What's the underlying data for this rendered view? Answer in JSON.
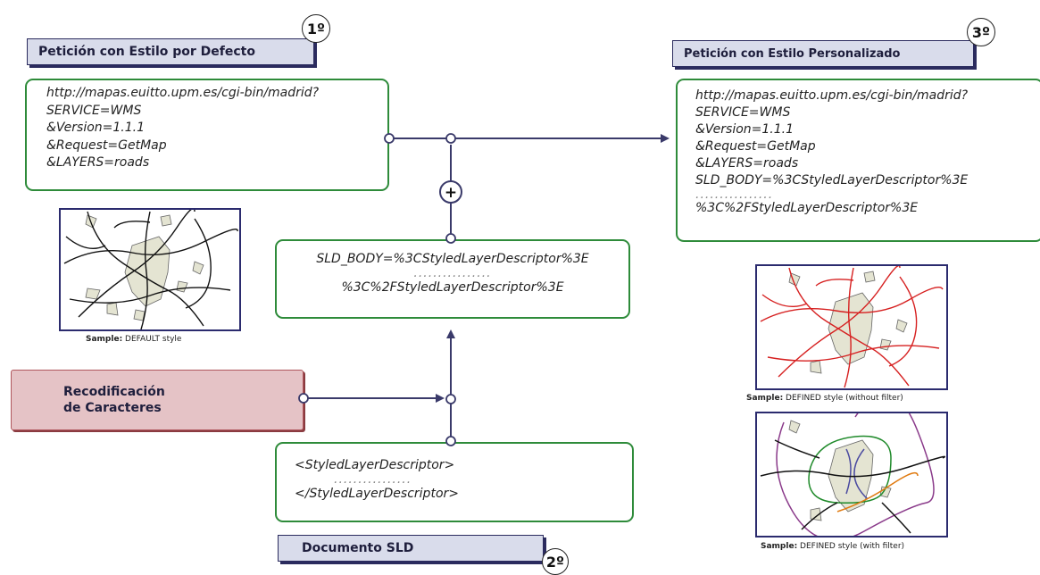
{
  "default_request": {
    "title": "Petición con Estilo por Defecto",
    "step": "1º",
    "lines": [
      "http://mapas.euitto.upm.es/cgi-bin/madrid?",
      "SERVICE=WMS",
      "&Version=1.1.1",
      "&Request=GetMap",
      "&LAYERS=roads"
    ],
    "sample_caption_bold": "Sample:",
    "sample_caption_text": " DEFAULT style"
  },
  "custom_request": {
    "title": "Petición con Estilo Personalizado",
    "step": "3º",
    "lines": [
      "http://mapas.euitto.upm.es/cgi-bin/madrid?",
      "SERVICE=WMS",
      "&Version=1.1.1",
      "&Request=GetMap",
      "&LAYERS=roads",
      "SLD_BODY=%3CStyledLayerDescriptor%3E",
      "................",
      "%3C%2FStyledLayerDescriptor%3E"
    ],
    "sample1_caption_bold": "Sample:",
    "sample1_caption_text": " DEFINED style (without filter)",
    "sample2_caption_bold": "Sample:",
    "sample2_caption_text": " DEFINED style (with filter)"
  },
  "sld_body": {
    "lines": [
      "SLD_BODY=%3CStyledLayerDescriptor%3E",
      "................",
      "%3C%2FStyledLayerDescriptor%3E"
    ]
  },
  "recoding": {
    "line1": "Recodificación",
    "line2": "de Caracteres"
  },
  "sld_document": {
    "title": "Documento SLD",
    "step": "2º",
    "lines": [
      "<StyledLayerDescriptor>",
      "................",
      "</StyledLayerDescriptor>"
    ]
  },
  "plus_symbol": "+",
  "colors": {
    "connector": "#3a3a6a",
    "green_border": "#2e8b3a",
    "title_fill": "#d9dceb",
    "recode_fill": "#e5c3c6",
    "road_default": "#111111",
    "road_red": "#d62020",
    "area_fill": "#e4e4d2",
    "filter_green": "#1f8a2a",
    "filter_orange": "#e07a10",
    "filter_purple": "#8a3a8a",
    "filter_blue": "#4a4aa0"
  }
}
